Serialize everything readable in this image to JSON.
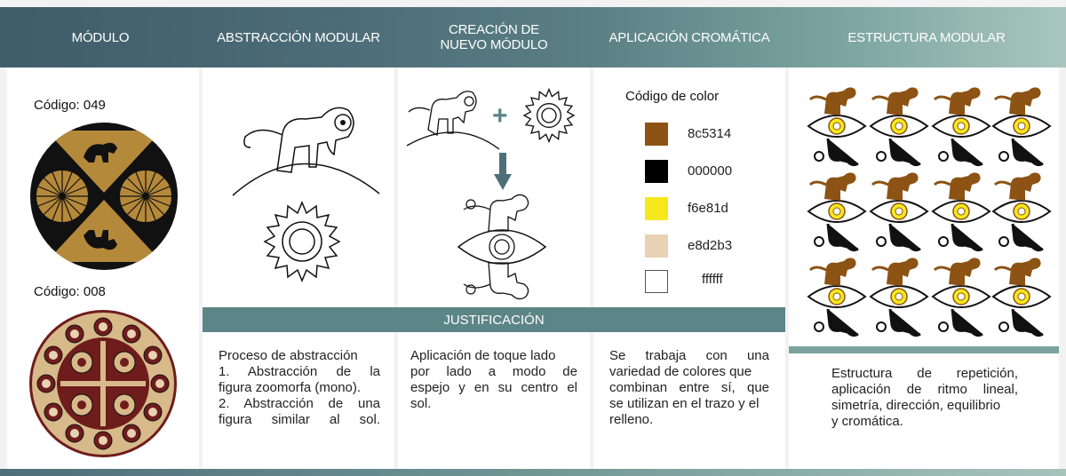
{
  "headers": {
    "modulo": "MÓDULO",
    "abstraccion": "ABSTRACCIÓN MODULAR",
    "creacion_line1": "CREACIÓN DE",
    "creacion_line2": "NUEVO MÓDULO",
    "aplicacion": "APLICACIÓN CROMÁTICA",
    "estructura": "ESTRUCTURA MODULAR"
  },
  "modules": [
    {
      "code_label": "Código: 049"
    },
    {
      "code_label": "Código: 008"
    }
  ],
  "color_panel": {
    "title": "Código de color",
    "swatches": [
      {
        "hex": "#8c5314",
        "label": "8c5314"
      },
      {
        "hex": "#000000",
        "label": "000000"
      },
      {
        "hex": "#f6e81d",
        "label": "f6e81d"
      },
      {
        "hex": "#e8d2b3",
        "label": "e8d2b3"
      },
      {
        "hex": "#ffffff",
        "label": "ffffff"
      }
    ]
  },
  "justificacion_label": "JUSTIFICACIÓN",
  "texts": {
    "abstraccion": [
      "Proceso de abstracción",
      "1. Abstracción de la",
      "figura zoomorfa (mono).",
      "2. Abstracción de una",
      "figura similar al sol."
    ],
    "creacion": [
      "Aplicación de toque lado",
      "por lado a modo de",
      "espejo y en su centro el",
      "sol."
    ],
    "cromatica": [
      "Se trabaja con una",
      "variedad de colores que",
      "combinan entre sí, que",
      "se utilizan en el trazo y el",
      "relleno."
    ],
    "estructura": [
      "Estructura de repetición,",
      "aplicación de ritmo lineal,",
      "simetría, dirección, equilibrio",
      "y cromática."
    ]
  },
  "colors": {
    "header_gradient": [
      "#3f5d69",
      "#4e6f79",
      "#5f8589",
      "#7aa39f",
      "#a8c6bd"
    ],
    "band": "#5c8587",
    "brown": "#8c5314",
    "gold": "#b5893a",
    "yellow": "#f6e81d",
    "beige": "#e8d2b3",
    "maroon": "#6e1c1c"
  }
}
